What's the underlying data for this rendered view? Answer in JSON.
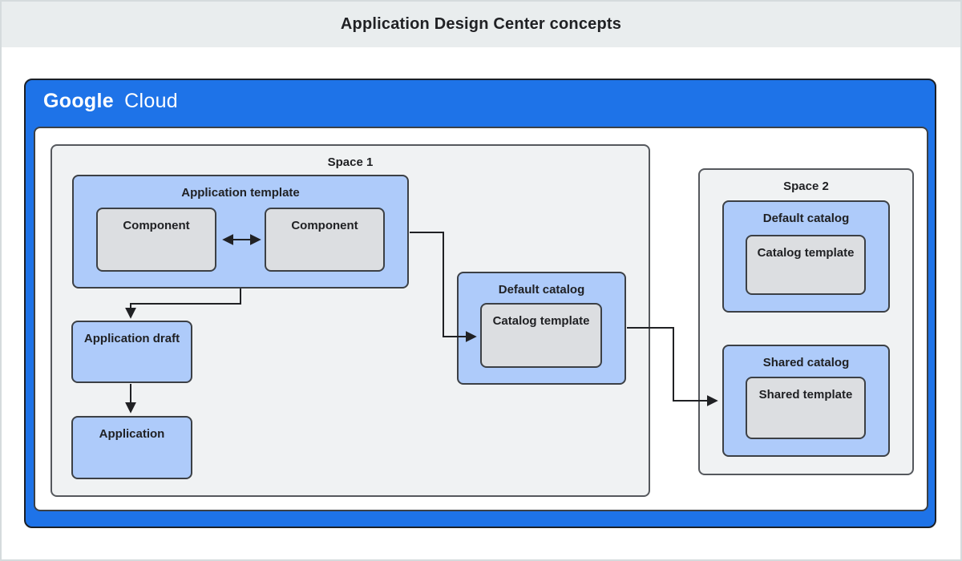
{
  "title": "Application Design Center concepts",
  "brand": {
    "google": "Google",
    "cloud": "Cloud"
  },
  "spaces": [
    {
      "label": "Space 1"
    },
    {
      "label": "Space 2"
    }
  ],
  "nodes": {
    "application_template": "Application template",
    "component_left": "Component",
    "component_right": "Component",
    "application_draft": "Application draft",
    "application": "Application",
    "s1_default_catalog": "Default catalog",
    "s1_catalog_template": "Catalog template",
    "s2_default_catalog": "Default catalog",
    "s2_catalog_template": "Catalog template",
    "s2_shared_catalog": "Shared catalog",
    "s2_shared_template": "Shared template"
  },
  "edges": [
    {
      "from": "component_left",
      "to": "component_right",
      "style": "bidirectional"
    },
    {
      "from": "application_template",
      "to": "application_draft",
      "style": "arrow"
    },
    {
      "from": "application_draft",
      "to": "application",
      "style": "arrow"
    },
    {
      "from": "application_template",
      "to": "s1_catalog_template",
      "style": "arrow"
    },
    {
      "from": "s1_default_catalog",
      "to": "s2_shared_catalog",
      "style": "arrow"
    }
  ],
  "colors": {
    "header_blue": "#1e73e8",
    "node_blue": "#aecbfa",
    "node_gray": "#dcdee1",
    "space_bg": "#f0f2f3",
    "banner_bg": "#e9edee",
    "line": "#202124",
    "text": "#202124"
  }
}
